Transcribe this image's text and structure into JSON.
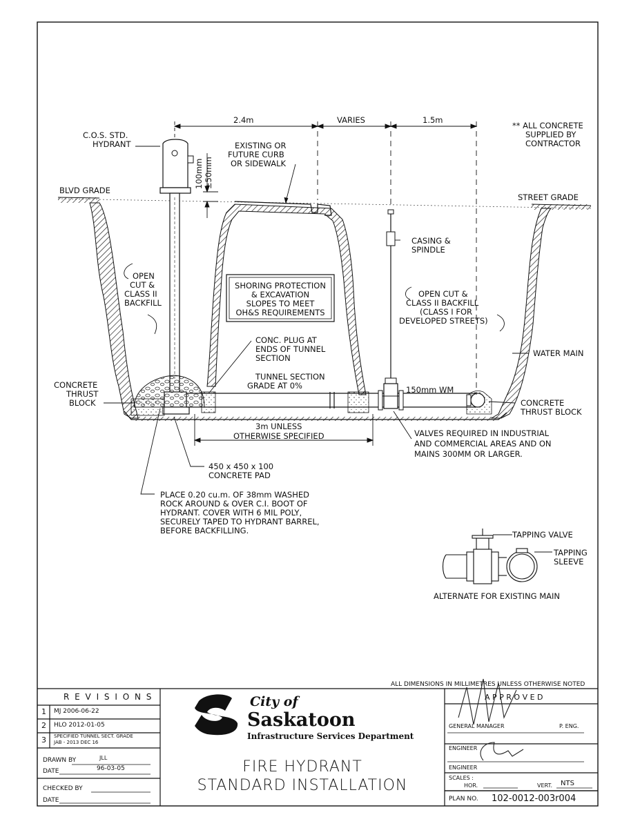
{
  "drawing": {
    "notes": {
      "concrete_note": [
        "** ALL CONCRETE",
        "SUPPLIED BY",
        "CONTRACTOR"
      ],
      "dims_note": "ALL DIMENSIONS IN MILLIMETRES UNLESS OTHERWISE NOTED"
    },
    "dimensions": {
      "d1": "2.4m",
      "d2": "VARIES",
      "d3": "1.5m",
      "height": [
        "100mm",
        "±50mm"
      ],
      "tunnel_len": [
        "3m UNLESS",
        "OTHERWISE SPECIFIED"
      ]
    },
    "labels": {
      "hydrant": [
        "C.O.S. STD.",
        "HYDRANT"
      ],
      "curb": [
        "EXISTING OR",
        "FUTURE CURB",
        "OR SIDEWALK"
      ],
      "blvd_grade": "BLVD GRADE",
      "street_grade": "STREET GRADE",
      "casing": [
        "CASING &",
        "SPINDLE"
      ],
      "open_cut_left": [
        "OPEN",
        "CUT &",
        "CLASS II",
        "BACKFILL"
      ],
      "shoring": [
        "SHORING PROTECTION",
        "& EXCAVATION",
        "SLOPES TO MEET",
        "OH&S REQUIREMENTS"
      ],
      "open_cut_right": [
        "OPEN CUT &",
        "CLASS II BACKFILL",
        "(CLASS I FOR",
        "DEVELOPED STREETS)"
      ],
      "water_main": "WATER MAIN",
      "conc_plug": [
        "CONC. PLUG AT",
        "ENDS OF TUNNEL",
        "SECTION"
      ],
      "tunnel_grade": [
        "TUNNEL SECTION",
        "GRADE AT 0%"
      ],
      "wm": "150mm WM",
      "thrust_left": [
        "CONCRETE",
        "THRUST",
        "BLOCK"
      ],
      "thrust_right": [
        "CONCRETE",
        "THRUST BLOCK"
      ],
      "valves": [
        "VALVES REQUIRED IN INDUSTRIAL",
        "AND COMMERCIAL AREAS AND ON",
        "MAINS 300MM OR LARGER."
      ],
      "pad": [
        "450 x 450 x 100",
        "CONCRETE PAD"
      ],
      "rock": [
        "PLACE 0.20 cu.m. OF 38mm WASHED",
        "ROCK AROUND & OVER C.I. BOOT OF",
        "HYDRANT.  COVER WITH 6 MIL POLY,",
        "SECURELY TAPED TO HYDRANT BARREL,",
        "BEFORE BACKFILLING."
      ],
      "tapping_valve": "TAPPING VALVE",
      "tapping_sleeve": [
        "TAPPING",
        "SLEEVE"
      ],
      "alternate": "ALTERNATE FOR EXISTING MAIN"
    }
  },
  "title_block": {
    "revisions_title": "R E V I S I O N S",
    "revisions": [
      {
        "no": "1",
        "text": "MJ  2006-06-22"
      },
      {
        "no": "2",
        "text": "HLO  2012-01-05"
      },
      {
        "no": "3",
        "text": "SPECIFIED TUNNEL SECT. GRADE\nJAB - 2013 DEC 16"
      }
    ],
    "drawn_by_label": "DRAWN BY",
    "drawn_by": "JLL",
    "date_label": "DATE",
    "date": "96-03-05",
    "checked_by_label": "CHECKED BY",
    "date2_label": "DATE",
    "logo_city_of": "City of",
    "logo_saskatoon": "Saskatoon",
    "logo_dept": "Infrastructure Services Department",
    "title_line1": "FIRE HYDRANT",
    "title_line2": "STANDARD INSTALLATION",
    "approved": "A P P R O V E D",
    "general_manager": "GENERAL MANAGER",
    "p_eng": "P. ENG.",
    "engineer1": "ENGINEER",
    "engineer2": "ENGINEER",
    "scales_label": "SCALES :",
    "hor_label": "HOR.",
    "vert_label": "VERT.",
    "vert_value": "NTS",
    "plan_no_label": "PLAN NO.",
    "plan_no": "102-0012-003r004"
  }
}
